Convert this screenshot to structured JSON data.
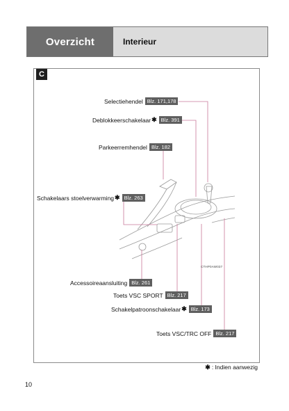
{
  "header": {
    "section": "Overzicht",
    "title": "Interieur"
  },
  "section_badge": "C",
  "labels": [
    {
      "text": "Selectiehendel",
      "ref": "Blz. 171,178",
      "mark": ""
    },
    {
      "text": "Deblokkeerschakelaar",
      "ref": "Blz. 391",
      "mark": "✱"
    },
    {
      "text": "Parkeerremhendel",
      "ref": "Blz. 182",
      "mark": ""
    },
    {
      "text": "Schakelaars stoelverwarming",
      "ref": "Blz. 263",
      "mark": "✱"
    },
    {
      "text": "Accessoireaansluiting",
      "ref": "Blz. 261",
      "mark": ""
    },
    {
      "text": "Toets VSC SPORT",
      "ref": "Blz. 217",
      "mark": ""
    },
    {
      "text": "Schakelpatroonschakelaar",
      "ref": "Blz. 173",
      "mark": "✱"
    },
    {
      "text": "Toets VSC/TRC OFF",
      "ref": "Blz. 217",
      "mark": ""
    }
  ],
  "image_code": "CTHP0AW037",
  "footnote": {
    "mark": "✱",
    "text": ": Indien aanwezig"
  },
  "page_number": "10",
  "colors": {
    "leader_line": "#c9789a",
    "header_bg": "#dcdcdc",
    "header_section_bg": "#6e6e6e",
    "ref_badge_bg": "#5f5f5f"
  }
}
